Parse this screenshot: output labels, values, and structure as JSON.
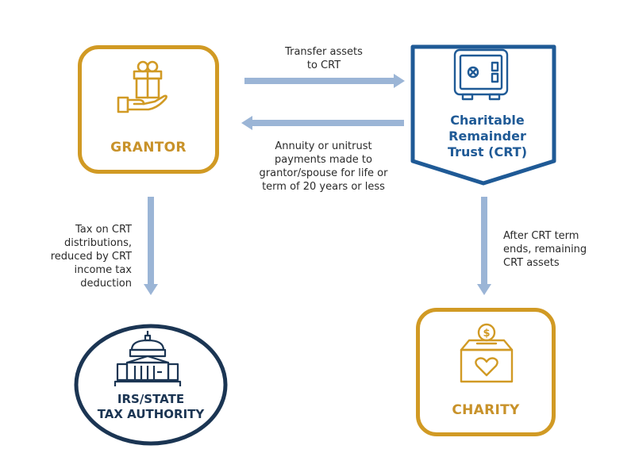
{
  "colors": {
    "grantor_accent": "#d19a24",
    "trust_accent": "#1f5a96",
    "authority_accent": "#1b3553",
    "charity_accent": "#d19a24",
    "arrow": "#9bb5d6"
  },
  "nodes": {
    "grantor": {
      "label": "GRANTOR",
      "icon": "gift-in-hand-icon"
    },
    "trust": {
      "label_lines": [
        "Charitable",
        "Remainder",
        "Trust (CRT)"
      ],
      "icon": "safe-icon"
    },
    "authority": {
      "label_lines": [
        "IRS/STATE",
        "TAX AUTHORITY"
      ],
      "icon": "capitol-building-icon"
    },
    "charity": {
      "label": "CHARITY",
      "icon": "donation-box-icon"
    }
  },
  "flows": {
    "transfer": {
      "lines": [
        "Transfer assets",
        "to CRT"
      ]
    },
    "payments": {
      "lines": [
        "Annuity or unitrust",
        "payments made to",
        "grantor/spouse for life or",
        "term of 20 years or less"
      ]
    },
    "tax": {
      "lines": [
        "Tax on CRT",
        "distributions,",
        "reduced by CRT",
        "income tax",
        "deduction"
      ]
    },
    "remainder": {
      "lines": [
        "After CRT term",
        "ends, remaining",
        "CRT assets"
      ]
    }
  }
}
